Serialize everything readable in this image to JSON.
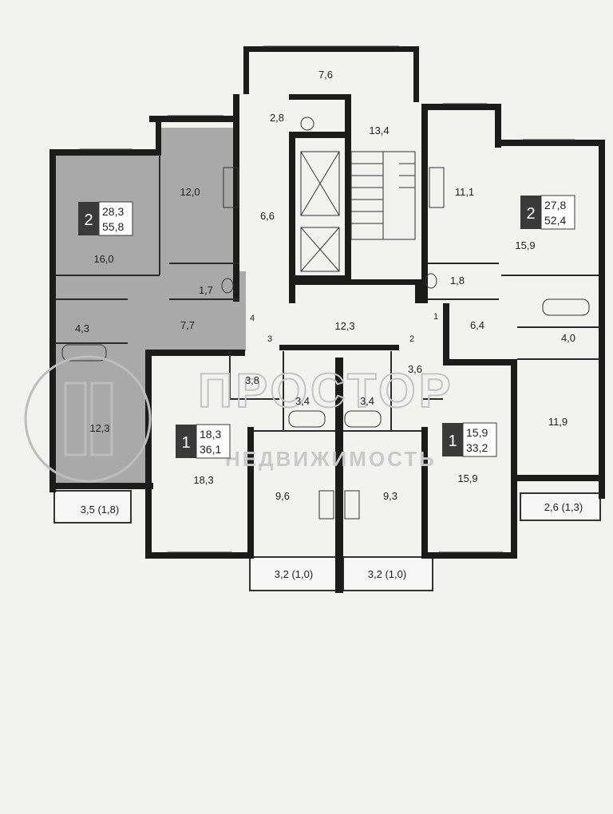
{
  "rooms": [
    {
      "id": "r1",
      "label": "7,6"
    },
    {
      "id": "r2",
      "label": "2,8"
    },
    {
      "id": "r3",
      "label": "13,4"
    },
    {
      "id": "r4",
      "label": "12,0"
    },
    {
      "id": "r5",
      "label": "11,1"
    },
    {
      "id": "r6",
      "label": "6,6"
    },
    {
      "id": "r7",
      "label": "16,0"
    },
    {
      "id": "r8",
      "label": "15,9"
    },
    {
      "id": "r9",
      "label": "1,7"
    },
    {
      "id": "r10",
      "label": "1,8"
    },
    {
      "id": "r11",
      "label": "4,3"
    },
    {
      "id": "r12",
      "label": "7,7"
    },
    {
      "id": "r13",
      "label": "12,3"
    },
    {
      "id": "r14",
      "label": "6,4"
    },
    {
      "id": "r15",
      "label": "4,0"
    },
    {
      "id": "r16",
      "label": "3,8"
    },
    {
      "id": "r17",
      "label": "3,6"
    },
    {
      "id": "r18",
      "label": "3,4"
    },
    {
      "id": "r19",
      "label": "3,4"
    },
    {
      "id": "r20",
      "label": "12,3"
    },
    {
      "id": "r21",
      "label": "11,9"
    },
    {
      "id": "r22",
      "label": "18,3"
    },
    {
      "id": "r23",
      "label": "9,6"
    },
    {
      "id": "r24",
      "label": "9,3"
    },
    {
      "id": "r25",
      "label": "15,9"
    },
    {
      "id": "r26",
      "label": "3,5 (1,8)"
    },
    {
      "id": "r27",
      "label": "2,6 (1,3)"
    },
    {
      "id": "r28",
      "label": "3,2 (1,0)"
    },
    {
      "id": "r29",
      "label": "3,2 (1,0)"
    }
  ],
  "door_numbers": [
    "4",
    "3",
    "1",
    "2"
  ],
  "apartments": [
    {
      "rooms": "2",
      "living": "28,3",
      "total": "55,8"
    },
    {
      "rooms": "2",
      "living": "27,8",
      "total": "52,4"
    },
    {
      "rooms": "1",
      "living": "18,3",
      "total": "36,1"
    },
    {
      "rooms": "1",
      "living": "15,9",
      "total": "33,2"
    }
  ],
  "watermark": {
    "line1": "ПРОСТОР",
    "line2": "НЕДВИЖИМОСТЬ"
  }
}
